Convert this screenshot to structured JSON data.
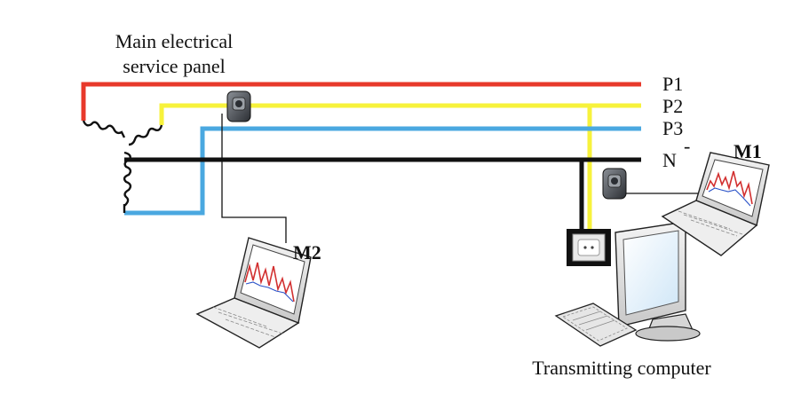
{
  "labels": {
    "panel_line1": "Main electrical",
    "panel_line2": "service panel",
    "p1": "P1",
    "p2": "P2",
    "p3": "P3",
    "n": "N",
    "n_mark": "-",
    "m1": "M1",
    "m2": "M2",
    "transmitter": "Transmitting computer"
  },
  "colors": {
    "phase1": "#e8392b",
    "phase2": "#f7f23b",
    "phase3": "#4aa8e0",
    "neutral": "#111111",
    "signal_trace": "#d23030",
    "signal_trace_alt": "#2a52c8"
  },
  "icons": {
    "transformer": "transformer-icon",
    "clamp_meter": "current-clamp-icon",
    "laptop": "laptop-icon",
    "outlet": "power-outlet-icon",
    "monitor": "monitor-icon",
    "keyboard": "keyboard-icon"
  }
}
